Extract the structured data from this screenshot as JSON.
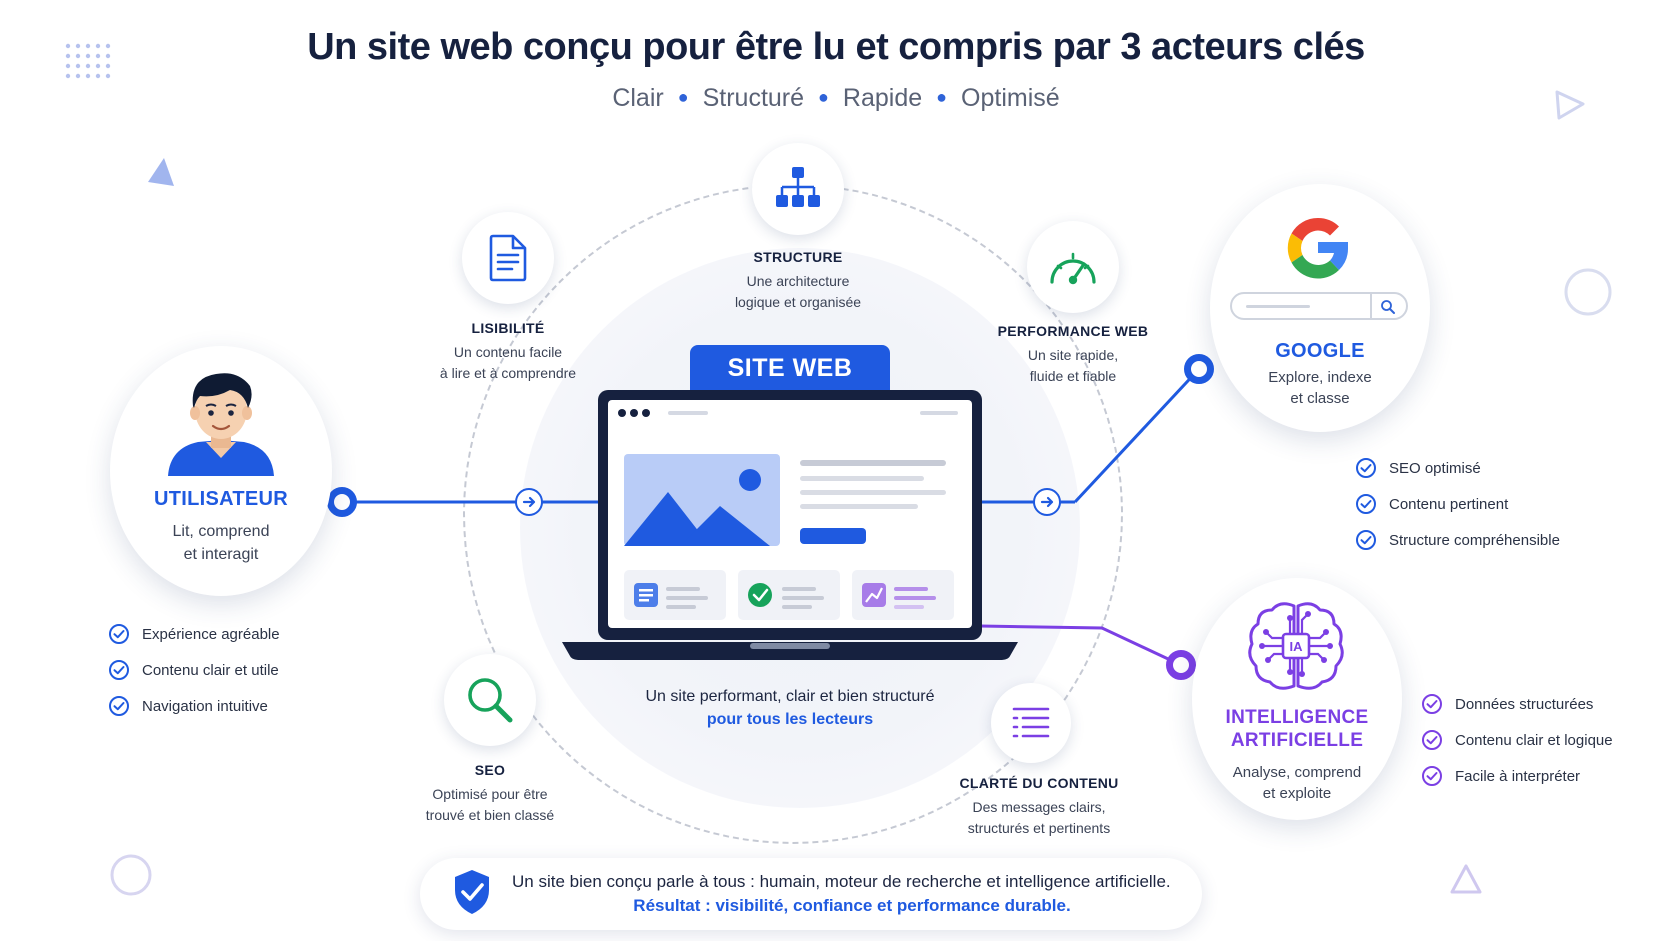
{
  "title": "Un site web conçu pour être lu et compris par 3 acteurs clés",
  "subtitle": [
    "Clair",
    "Structuré",
    "Rapide",
    "Optimisé"
  ],
  "center": {
    "label": "SITE WEB",
    "caption_line1": "Un site performant, clair et bien structuré",
    "caption_line2": "pour tous les lecteurs"
  },
  "pillars": {
    "structure": {
      "title": "STRUCTURE",
      "desc1": "Une architecture",
      "desc2": "logique et organisée",
      "icon": "sitemap-icon"
    },
    "lisibilite": {
      "title": "LISIBILITÉ",
      "desc1": "Un contenu facile",
      "desc2": "à lire et à comprendre",
      "icon": "document-icon"
    },
    "performance": {
      "title": "PERFORMANCE WEB",
      "desc1": "Un site rapide,",
      "desc2": "fluide et fiable",
      "icon": "gauge-icon"
    },
    "seo": {
      "title": "SEO",
      "desc1": "Optimisé pour être",
      "desc2": "trouvé et bien classé",
      "icon": "search-icon"
    },
    "clarte": {
      "title": "CLARTÉ DU CONTENU",
      "desc1": "Des messages clairs,",
      "desc2": "structurés et pertinents",
      "icon": "list-icon"
    }
  },
  "actors": {
    "user": {
      "title": "UTILISATEUR",
      "desc1": "Lit, comprend",
      "desc2": "et interagit",
      "icon": "person-avatar-icon",
      "checks": [
        "Expérience agréable",
        "Contenu clair et utile",
        "Navigation intuitive"
      ]
    },
    "google": {
      "title": "GOOGLE",
      "desc1": "Explore, indexe",
      "desc2": "et classe",
      "icon": "google-logo-icon",
      "checks": [
        "SEO optimisé",
        "Contenu pertinent",
        "Structure compréhensible"
      ]
    },
    "ai": {
      "title1": "INTELLIGENCE",
      "title2": "ARTIFICIELLE",
      "desc1": "Analyse, comprend",
      "desc2": "et exploite",
      "icon_text": "IA",
      "icon": "brain-circuit-icon",
      "checks": [
        "Données structurées",
        "Contenu clair et logique",
        "Facile à interpréter"
      ]
    }
  },
  "footer": {
    "line1": "Un site bien conçu parle à tous : humain, moteur de recherche et intelligence artificielle.",
    "line2": "Résultat : visibilité, confiance et performance durable.",
    "icon": "shield-check-icon"
  },
  "colors": {
    "blue": "#1f5ae0",
    "purple": "#7b3fe4",
    "navy": "#16213f",
    "green": "#17a35b"
  }
}
